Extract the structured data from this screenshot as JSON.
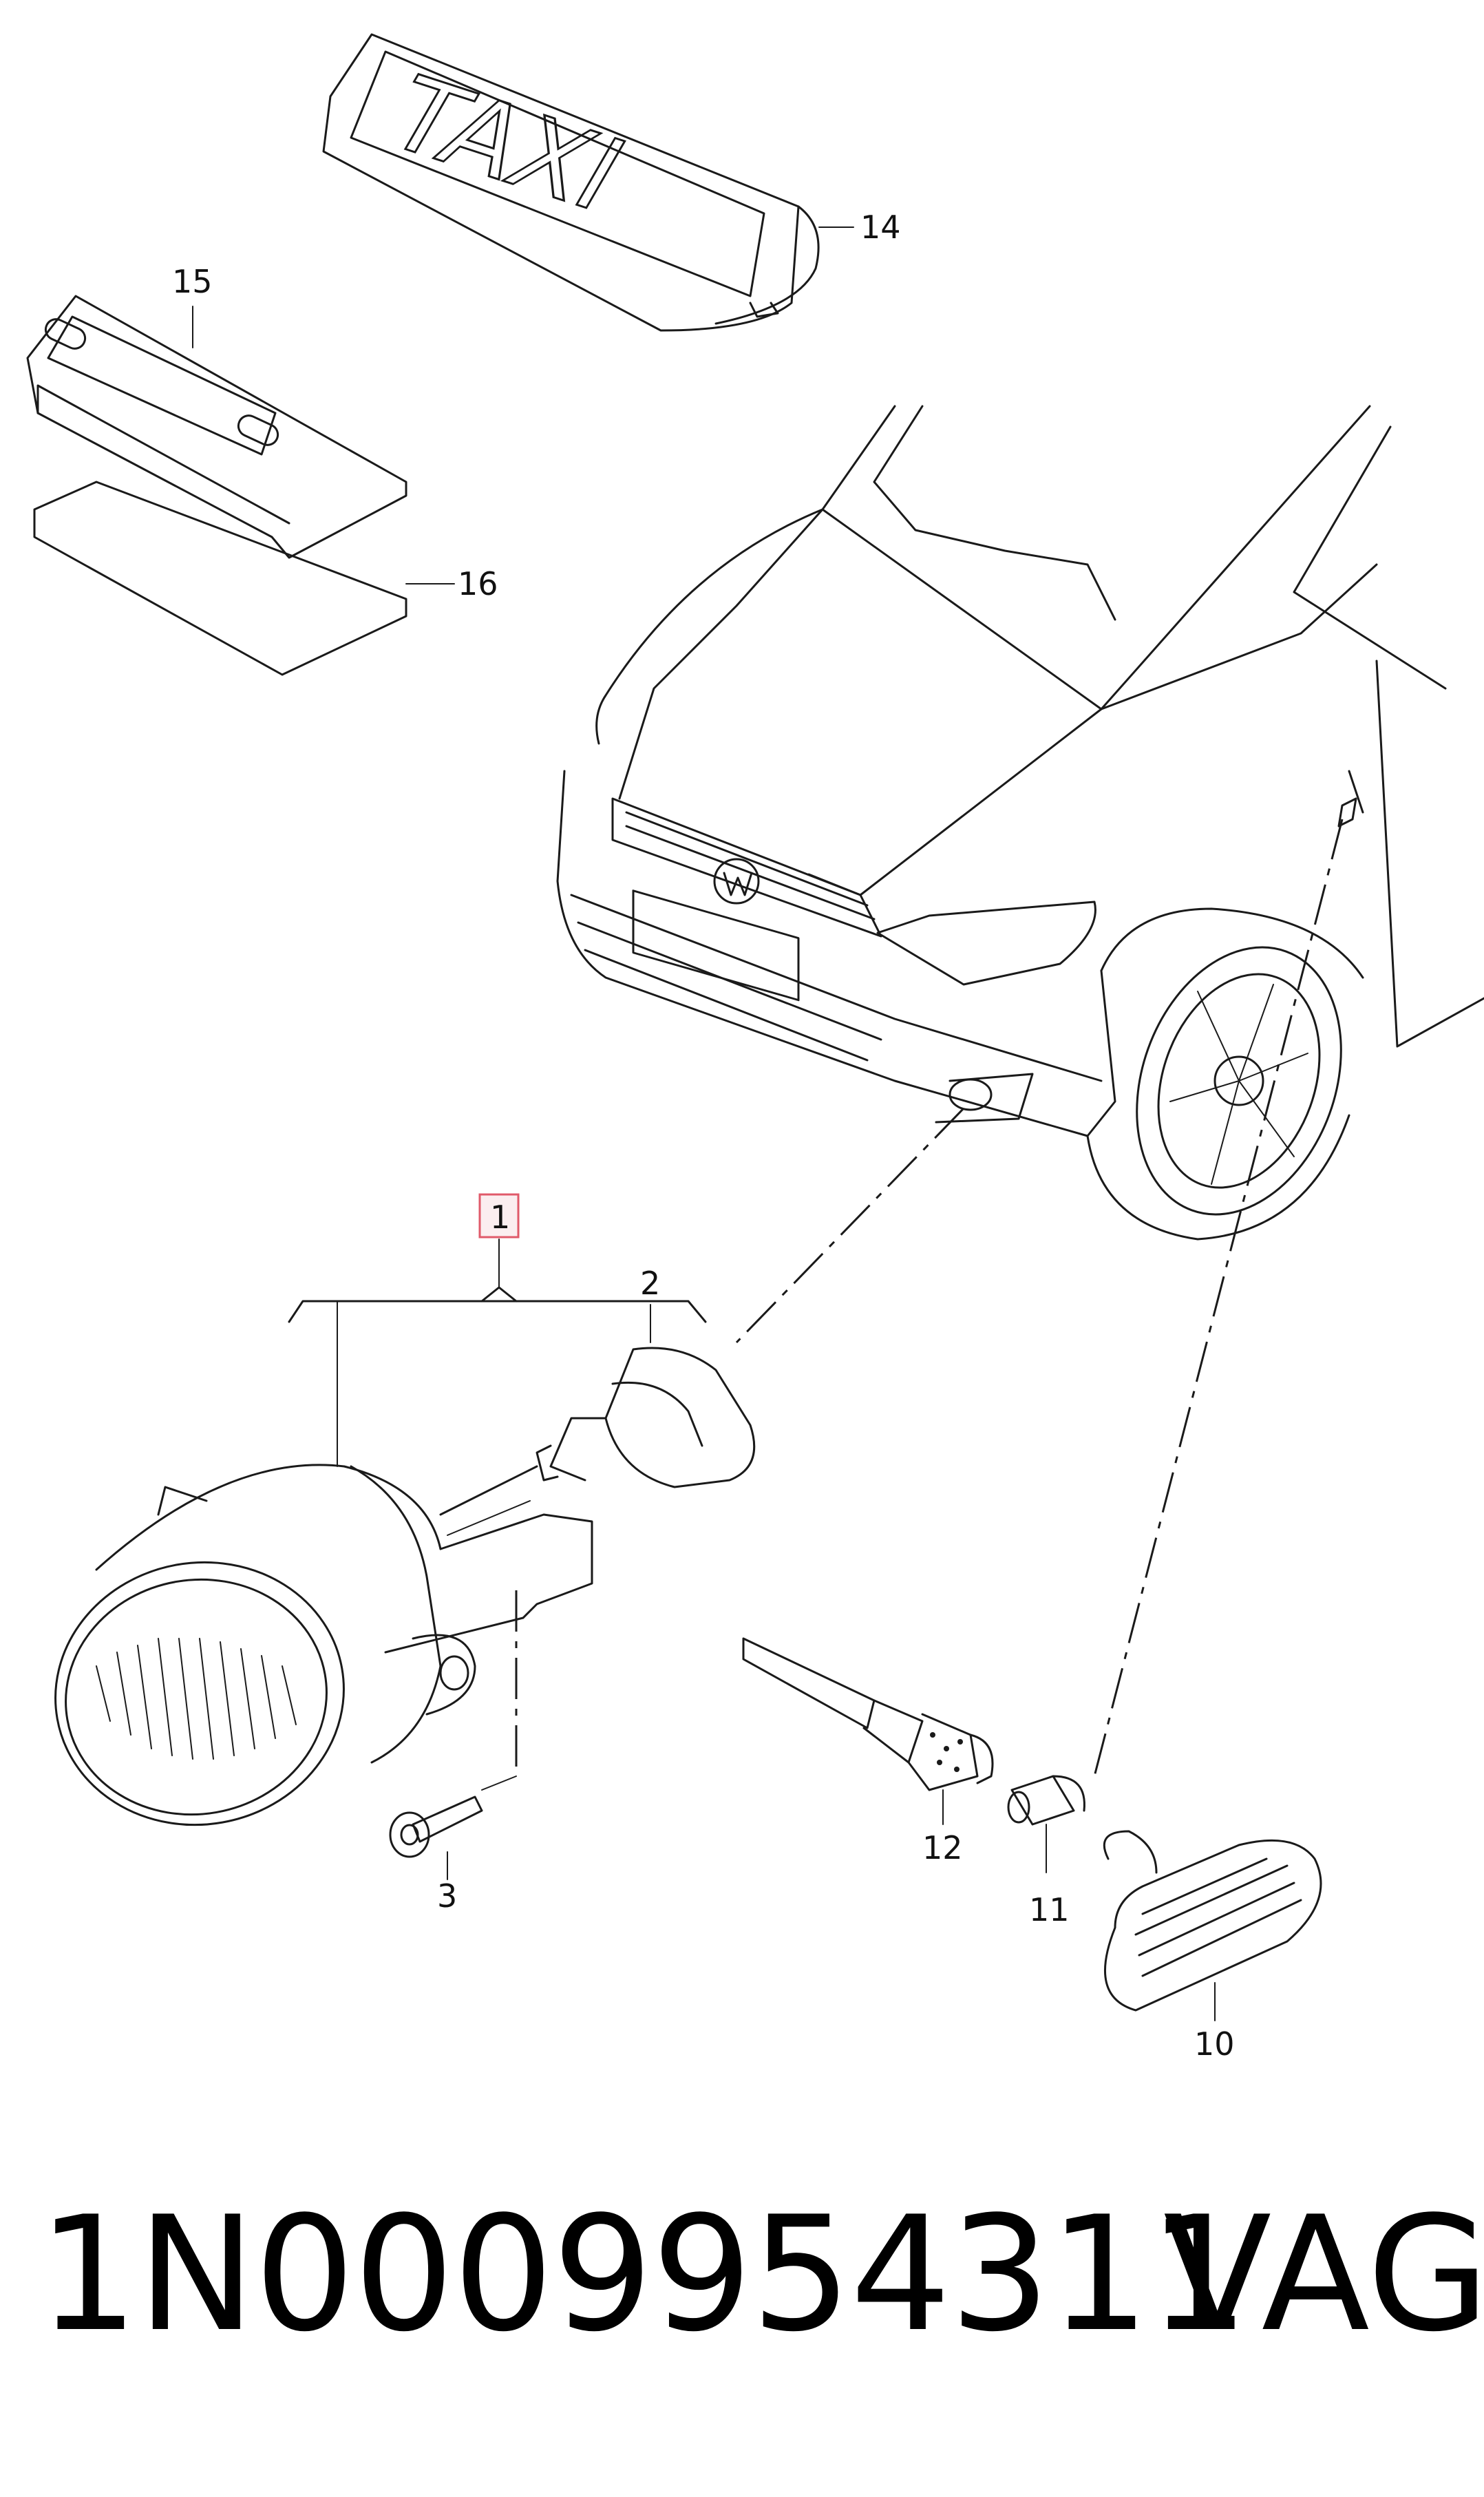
{
  "diagram": {
    "callouts": {
      "c1": "1",
      "c2": "2",
      "c3": "3",
      "c10": "10",
      "c11": "11",
      "c12": "12",
      "c14": "14",
      "c15": "15",
      "c16": "16"
    },
    "taxi_sign_text": "TAXI",
    "highlight_color": "#e05a6a"
  },
  "footer": {
    "part_number": "1N0009954311",
    "brand": "VAG"
  }
}
